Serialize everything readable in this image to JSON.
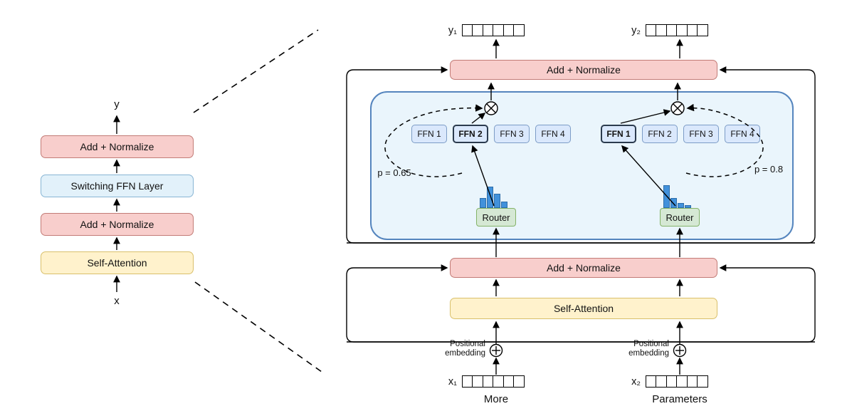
{
  "colors": {
    "red_fill": "#F8CECC",
    "red_border": "#C27B76",
    "yellow_fill": "#FFF2CC",
    "yellow_border": "#D9C06B",
    "blue_fill": "#DAE8FC",
    "blue_border": "#7C9CC6",
    "switch_fill": "#E2F1FA",
    "switch_border": "#88B5D4",
    "container_fill": "#EAF5FC",
    "container_border": "#5585BE",
    "green_fill": "#D5E8D4",
    "green_border": "#84B368",
    "bar_fill": "#4191DB",
    "bar_border": "#2D6DA8"
  },
  "left_panel": {
    "output_label": "y",
    "input_label": "x",
    "boxes": [
      {
        "label": "Add + Normalize"
      },
      {
        "label": "Switching FFN Layer"
      },
      {
        "label": "Add + Normalize"
      },
      {
        "label": "Self-Attention"
      }
    ]
  },
  "detail": {
    "add_normalize_top": "Add + Normalize",
    "add_normalize_mid": "Add + Normalize",
    "self_attention": "Self-Attention",
    "outputs": [
      {
        "label": "y₁",
        "cells": 6
      },
      {
        "label": "y₂",
        "cells": 6
      }
    ],
    "inputs": [
      {
        "label": "x₁",
        "cells": 6,
        "word": "More"
      },
      {
        "label": "x₂",
        "cells": 6,
        "word": "Parameters"
      }
    ],
    "positional": {
      "line1": "Positional",
      "line2": "embedding"
    },
    "expert_groups": [
      {
        "p_label": "p = 0.65",
        "router_label": "Router",
        "histogram": [
          14,
          30,
          20,
          9
        ],
        "ffns": [
          {
            "label": "FFN 1",
            "selected": false
          },
          {
            "label": "FFN 2",
            "selected": true
          },
          {
            "label": "FFN 3",
            "selected": false
          },
          {
            "label": "FFN 4",
            "selected": false
          }
        ]
      },
      {
        "p_label": "p = 0.8",
        "router_label": "Router",
        "histogram": [
          32,
          14,
          7,
          4
        ],
        "ffns": [
          {
            "label": "FFN 1",
            "selected": true
          },
          {
            "label": "FFN 2",
            "selected": false
          },
          {
            "label": "FFN 3",
            "selected": false
          },
          {
            "label": "FFN 4",
            "selected": false
          }
        ]
      }
    ]
  }
}
